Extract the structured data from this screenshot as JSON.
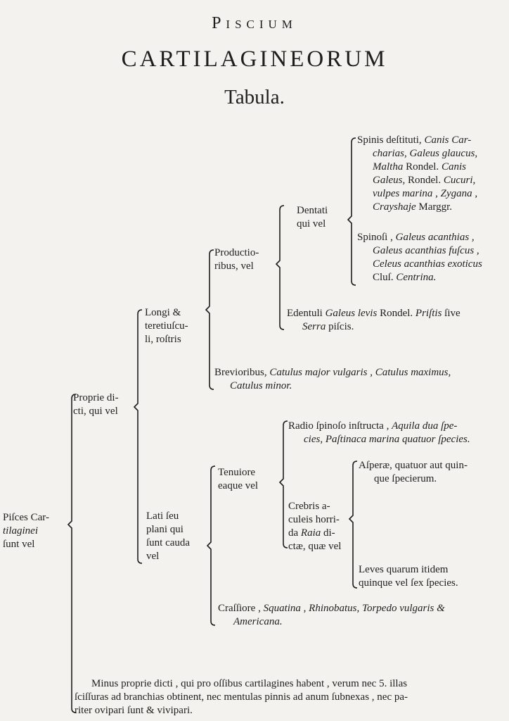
{
  "title": {
    "line1": "Piscium",
    "line2": "CARTILAGINEORUM",
    "line3": "Tabula."
  },
  "nodes": {
    "root": [
      [
        {
          "text": "Piſces Car-"
        }
      ],
      [
        {
          "text": "tilaginei",
          "italic": true
        }
      ],
      [
        {
          "text": "ſunt vel"
        }
      ]
    ],
    "proprie": [
      [
        {
          "text": "Proprie di-"
        }
      ],
      [
        {
          "text": "cti, qui vel"
        }
      ]
    ],
    "longi": [
      [
        {
          "text": "Longi &"
        }
      ],
      [
        {
          "text": "teretiuſcu-"
        }
      ],
      [
        {
          "text": "li, roſtris"
        }
      ]
    ],
    "productioribus": [
      [
        {
          "text": "Productio-"
        }
      ],
      [
        {
          "text": "ribus, vel"
        }
      ]
    ],
    "dentati": [
      [
        {
          "text": "Dentati"
        }
      ],
      [
        {
          "text": "qui vel"
        }
      ]
    ],
    "spinis_destituti": [
      [
        {
          "text": "Spinis deſtituti, "
        },
        {
          "text": "Canis Car-",
          "italic": true
        }
      ],
      [
        {
          "text": "charias, Galeus glaucus,",
          "italic": true
        }
      ],
      [
        {
          "text": "Maltha",
          "italic": true
        },
        {
          "text": " Rondel. "
        },
        {
          "text": "Canis",
          "italic": true
        }
      ],
      [
        {
          "text": "Galeus,",
          "italic": true
        },
        {
          "text": " Rondel. "
        },
        {
          "text": "Cucuri,",
          "italic": true
        }
      ],
      [
        {
          "text": "vulpes marina , Zygana ,",
          "italic": true
        }
      ],
      [
        {
          "text": "Crayshaje",
          "italic": true
        },
        {
          "text": " Marggr."
        }
      ]
    ],
    "spinosi": [
      [
        {
          "text": "Spinoſi , "
        },
        {
          "text": "Galeus acanthias ,",
          "italic": true
        }
      ],
      [
        {
          "text": "Galeus acanthias fuſcus ,",
          "italic": true
        }
      ],
      [
        {
          "text": "Celeus acanthias exoticus",
          "italic": true
        }
      ],
      [
        {
          "text": "Cluſ. "
        },
        {
          "text": "Centrina.",
          "italic": true
        }
      ]
    ],
    "edentuli": [
      [
        {
          "text": "Edentuli "
        },
        {
          "text": "Galeus levis",
          "italic": true
        },
        {
          "text": " Rondel. "
        },
        {
          "text": "Priſtis",
          "italic": true
        },
        {
          "text": " ſive"
        }
      ],
      [
        {
          "text": "Serra",
          "italic": true
        },
        {
          "text": " piſcis."
        }
      ]
    ],
    "brevioribus": [
      [
        {
          "text": "Brevioribus, "
        },
        {
          "text": "Catulus major vulgaris , Catulus maximus,",
          "italic": true
        }
      ],
      [
        {
          "text": "Catulus minor.",
          "italic": true
        }
      ]
    ],
    "lati": [
      [
        {
          "text": "Lati ſeu"
        }
      ],
      [
        {
          "text": "plani qui"
        }
      ],
      [
        {
          "text": "ſunt cauda"
        }
      ],
      [
        {
          "text": "vel"
        }
      ]
    ],
    "tenuiore": [
      [
        {
          "text": "Tenuiore"
        }
      ],
      [
        {
          "text": "eaque vel"
        }
      ]
    ],
    "radio": [
      [
        {
          "text": "Radio ſpinoſo inſtructa , "
        },
        {
          "text": "Aquila dua ſpe-",
          "italic": true
        }
      ],
      [
        {
          "text": "cies, Paſtinaca marina quatuor ſpecies.",
          "italic": true
        }
      ]
    ],
    "crebris": [
      [
        {
          "text": "Crebris  a-"
        }
      ],
      [
        {
          "text": "culeis horri-"
        }
      ],
      [
        {
          "text": "da "
        },
        {
          "text": "Raia",
          "italic": true
        },
        {
          "text": " di-"
        }
      ],
      [
        {
          "text": "ctæ, quæ vel"
        }
      ]
    ],
    "asperae": [
      [
        {
          "text": "Aſperæ, quatuor aut quin-"
        }
      ],
      [
        {
          "text": "que ſpecierum."
        }
      ]
    ],
    "leves": [
      [
        {
          "text": "Leves quarum itidem"
        }
      ],
      [
        {
          "text": "quinque vel ſex ſpecies."
        }
      ]
    ],
    "crassiore": [
      [
        {
          "text": "Craſſiore , "
        },
        {
          "text": "Squatina , Rhinobatus, Torpedo vulgaris &",
          "italic": true
        }
      ],
      [
        {
          "text": "Americana.",
          "italic": true
        }
      ]
    ],
    "minus": [
      [
        {
          "text": "Minus proprie dicti , qui pro oſſibus cartilagines habent , verum nec 5. illas"
        }
      ],
      [
        {
          "text": "ſciſſuras ad branchias obtinent, nec mentulas pinnis ad anum ſubnexas , nec pa-"
        }
      ],
      [
        {
          "text": "riter ovipari ſunt & vivipari."
        }
      ]
    ]
  }
}
